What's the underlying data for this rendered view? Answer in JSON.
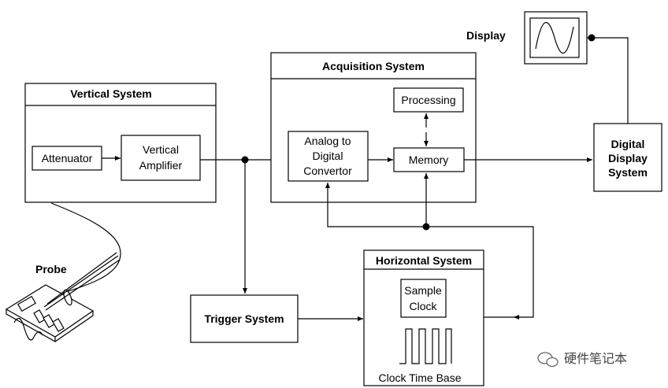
{
  "display": {
    "label": "Display"
  },
  "vertical_system": {
    "title": "Vertical System",
    "attenuator": "Attenuator",
    "amplifier_line1": "Vertical",
    "amplifier_line2": "Amplifier"
  },
  "acquisition_system": {
    "title": "Acquisition  System",
    "processing": "Processing",
    "adc_line1": "Analog to",
    "adc_line2": "Digital",
    "adc_line3": "Convertor",
    "memory": "Memory"
  },
  "digital_display_system": {
    "line1": "Digital",
    "line2": "Display",
    "line3": "System"
  },
  "probe": {
    "label": "Probe"
  },
  "trigger_system": {
    "label": "Trigger  System"
  },
  "horizontal_system": {
    "title": "Horizontal  System",
    "sample_line1": "Sample",
    "sample_line2": "Clock",
    "clock_time_base": "Clock Time Base"
  },
  "watermark": {
    "text": "硬件笔记本"
  }
}
